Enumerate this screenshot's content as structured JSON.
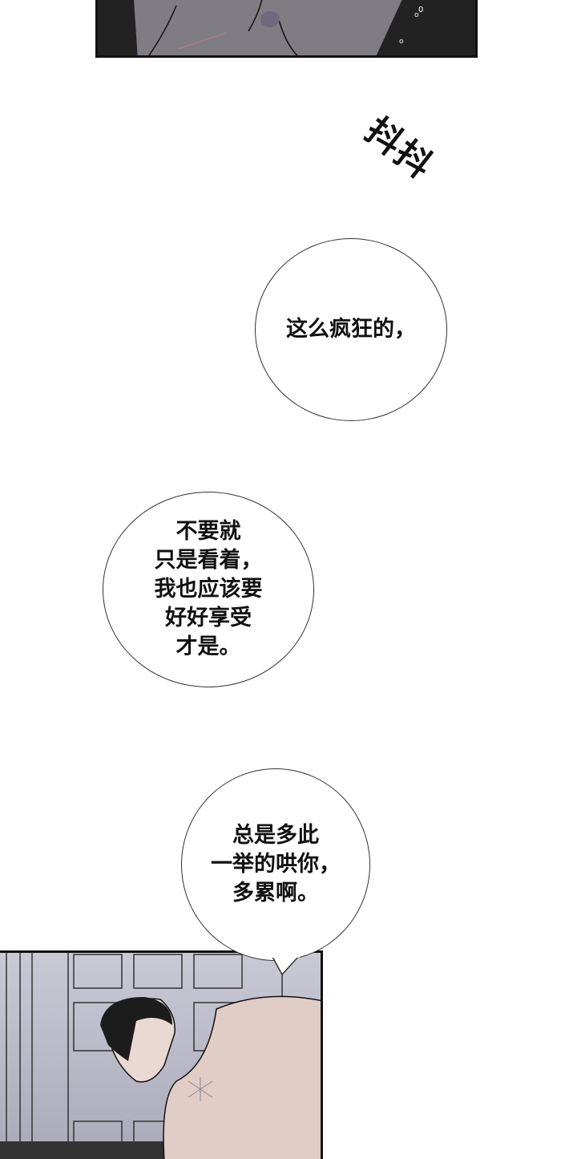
{
  "sfx": "抖抖",
  "bubbles": [
    {
      "lines": [
        "这么疯狂的，"
      ]
    },
    {
      "lines": [
        "不要就",
        "只是看着，",
        "我也应该要",
        "好好享受",
        "才是。"
      ]
    },
    {
      "lines": [
        "总是多此",
        "一举的哄你，",
        "多累啊。"
      ]
    }
  ],
  "colors": {
    "panel_dark": "#222222",
    "skin": "#e2ccc6",
    "hair": "#1c1c1c",
    "wall": "#bfbfcf"
  }
}
